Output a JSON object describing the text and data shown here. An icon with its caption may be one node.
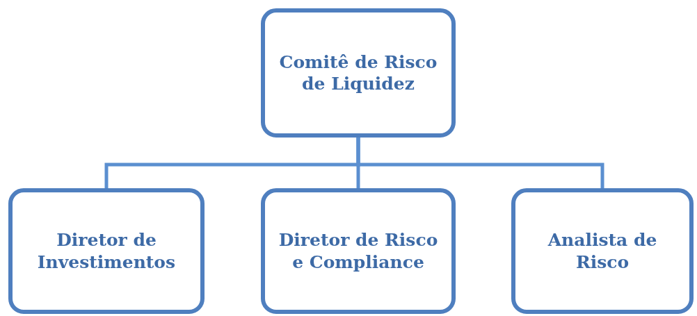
{
  "diagram": {
    "nodes": [
      {
        "text": [
          "Comitê de Risco de Liquidez"
        ]
      },
      {
        "text": [
          "Diretor de Investimentos"
        ]
      },
      {
        "text": [
          "Diretor de Risco e Compliance"
        ]
      },
      {
        "text": [
          "Analista de Risco"
        ]
      }
    ],
    "edges": [
      {
        "from": 0,
        "to": 1,
        "arrow": "none"
      },
      {
        "from": 0,
        "to": 2,
        "arrow": "none"
      },
      {
        "from": 0,
        "to": 3,
        "arrow": "none"
      }
    ]
  }
}
